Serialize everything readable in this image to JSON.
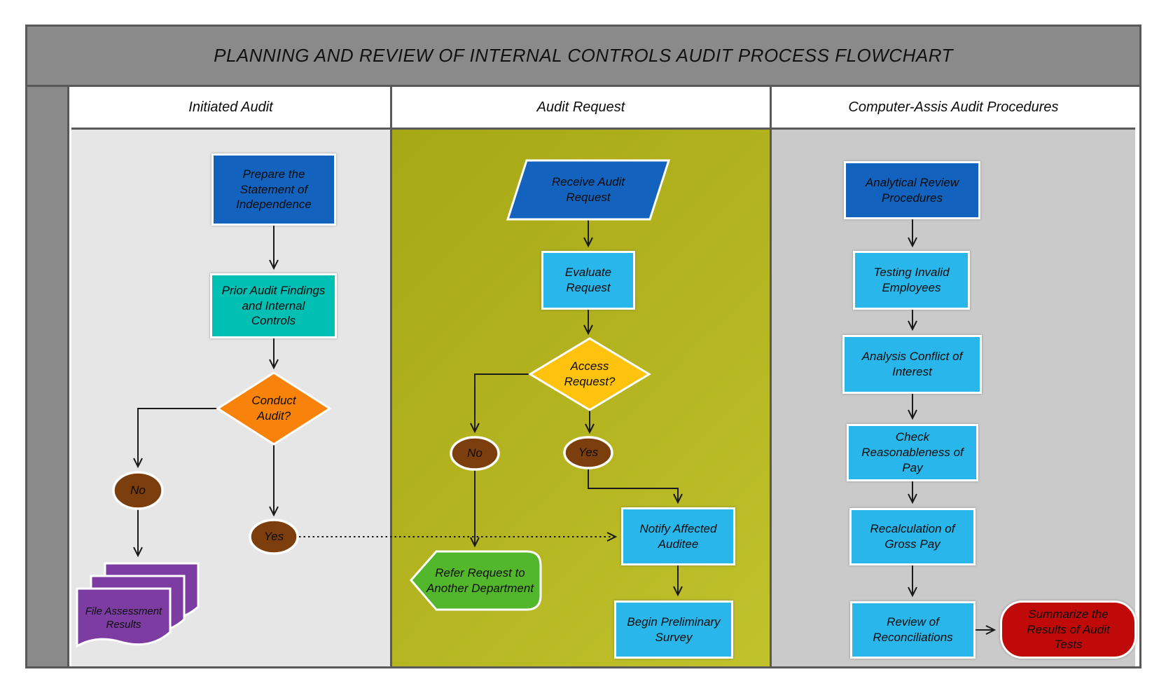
{
  "title": "PLANNING AND REVIEW OF INTERNAL CONTROLS AUDIT PROCESS FLOWCHART",
  "lanes": [
    {
      "header": "Initiated Audit"
    },
    {
      "header": "Audit Request"
    },
    {
      "header": "Computer-Assis Audit Procedures"
    }
  ],
  "nodes": {
    "prepare_statement": "Prepare the Statement of Independence",
    "prior_findings": "Prior  Audit Findings and Internal Controls",
    "conduct_audit": "Conduct Audit?",
    "no1": "No",
    "yes1": "Yes",
    "file_assessment": "File Assessment Results",
    "receive_request": "Receive Audit Request",
    "evaluate_request": "Evaluate Request",
    "access_request": "Access Request?",
    "no2": "No",
    "yes2": "Yes",
    "refer_request": "Refer Request to Another Department",
    "notify_auditee": "Notify Affected Auditee",
    "begin_survey": "Begin Preliminary Survey",
    "analytical_review": "Analytical Review Procedures",
    "testing_invalid": "Testing Invalid Employees",
    "analysis_conflict": "Analysis Conflict of Interest",
    "check_reasonableness": "Check Reasonableness of Pay",
    "recalculation": "Recalculation of Gross Pay",
    "review_reconciliations": "Review of Reconciliations",
    "summarize_results": "Summarize the Results of Audit Tests"
  },
  "colors": {
    "frame_gray": "#8A8A8A",
    "border_gray": "#595959",
    "lane1_bg": "#E6E6E6",
    "lane2_bg": "#B2B31E",
    "lane3_bg": "#CACACA",
    "process_dark_blue": "#1262BE",
    "process_light_blue": "#29B6EA",
    "teal": "#00BFB3",
    "orange": "#F8820A",
    "yellow": "#FFC30D",
    "brown": "#7B3E0C",
    "purple": "#7D3CA1",
    "green": "#53B72C",
    "red": "#C00A0A",
    "connector": "#1a1a1a"
  }
}
